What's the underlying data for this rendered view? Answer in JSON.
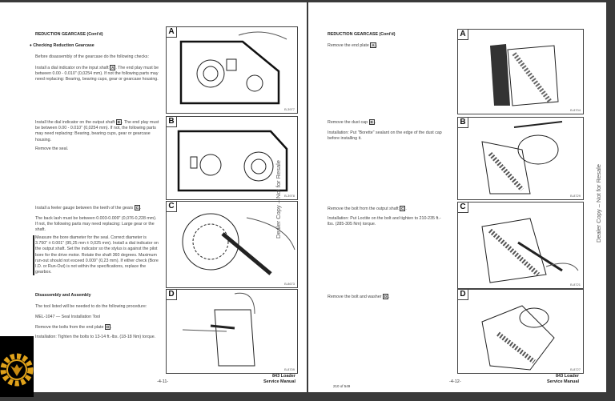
{
  "left_page": {
    "heading": "REDUCTION GEARCASE (Cont'd)",
    "subheading": "Checking Reduction Gearcase",
    "intro": "Before disassembly of the gearcase do the following checks:",
    "step_a": {
      "pre": "Install a dial indicator on the input shaft",
      "ref": "A",
      "post": ". The end play must be between 0.00 - 0.010\" (0,0254 mm). If not the following parts may need replacing: Bearing, bearing cups, gear or gearcase housing."
    },
    "step_b": {
      "pre": "Install the dial indicator on the output shaft",
      "ref": "B",
      "post": ". The end play must be between 0.00 - 0.010\" (0,0254 mm). If not, the following parts may need replacing: Bearing, bearing cups, gear or gearcase housing."
    },
    "remove_seal": "Remove the seal.",
    "step_c": {
      "pre": "Install a feeler gauge between the teeth of the gears",
      "ref": "C",
      "post": "."
    },
    "backlash": "The back lash must be between 0.003-0.009\" (0,076-0,228 mm). If not, the following parts may need replacing: Large gear or the shaft.",
    "bore": "Measure the bore diameter for the seal. Correct diameter is 3.750\" ± 0.001\" (95,25 mm ± 0,025 mm). Install a dial indicator on the output shaft. Set the indicator so the stylus is against the pilot bore for the drive motor. Rotate the shaft 360 degrees. Maximum run-out should not exceed 0.009\" (0,23 mm). If either check (Bore I.D. or Run-Out) is not within the specifications, replace the gearbox.",
    "disassembly_heading": "Disassembly and Assembly",
    "tool_intro": "The tool listed will be needed to do the following procedure:",
    "tool": "MEL-1047 — Seal Installation Tool",
    "step_d": {
      "pre": "Remove the bolts from the end plate",
      "ref": "D",
      "post": "."
    },
    "installation": "Installation: Tighten the bolts to 13-14 ft.-lbs. (18-18 Nm) torque.",
    "figures": [
      {
        "label": "A",
        "code": "B-3977"
      },
      {
        "label": "B",
        "code": "B-3978"
      },
      {
        "label": "C",
        "code": "B-8673"
      },
      {
        "label": "D",
        "code": "B-8709"
      }
    ],
    "page_number": "-4-11-",
    "footer_title": "843 Loader",
    "footer_subtitle": "Service Manual",
    "watermark": "Dealer Copy – Not for Resale"
  },
  "right_page": {
    "heading": "REDUCTION GEARCASE (Cont'd)",
    "step_a": {
      "pre": "Remove the end plate",
      "ref": "A",
      "post": "."
    },
    "step_b": {
      "pre": "Remove the dust cap",
      "ref": "B",
      "post": "."
    },
    "install_b": "Installation: Put \"Borette\" sealant on the edge of the dust cap before installing it.",
    "step_c": {
      "pre": "Remove the bolt from the output shaft",
      "ref": "C",
      "post": "."
    },
    "install_c": "Installation: Put Loctite on the bolt and tighten to 210-235 ft.-lbs. (285-305 Nm) torque.",
    "step_d": {
      "pre": "Remove the bolt and washer",
      "ref": "D",
      "post": "."
    },
    "figures": [
      {
        "label": "A",
        "code": "B-8704"
      },
      {
        "label": "B",
        "code": "B-8729"
      },
      {
        "label": "C",
        "code": "B-8721"
      },
      {
        "label": "D",
        "code": "B-8727"
      }
    ],
    "page_count": "210 of 549",
    "page_number": "-4-12-",
    "footer_title": "843 Loader",
    "footer_subtitle": "Service Manual",
    "watermark": "Dealer Copy – Not for Resale"
  },
  "colors": {
    "border": "#3a3a3a",
    "logo_gold": "#e0a21a"
  }
}
